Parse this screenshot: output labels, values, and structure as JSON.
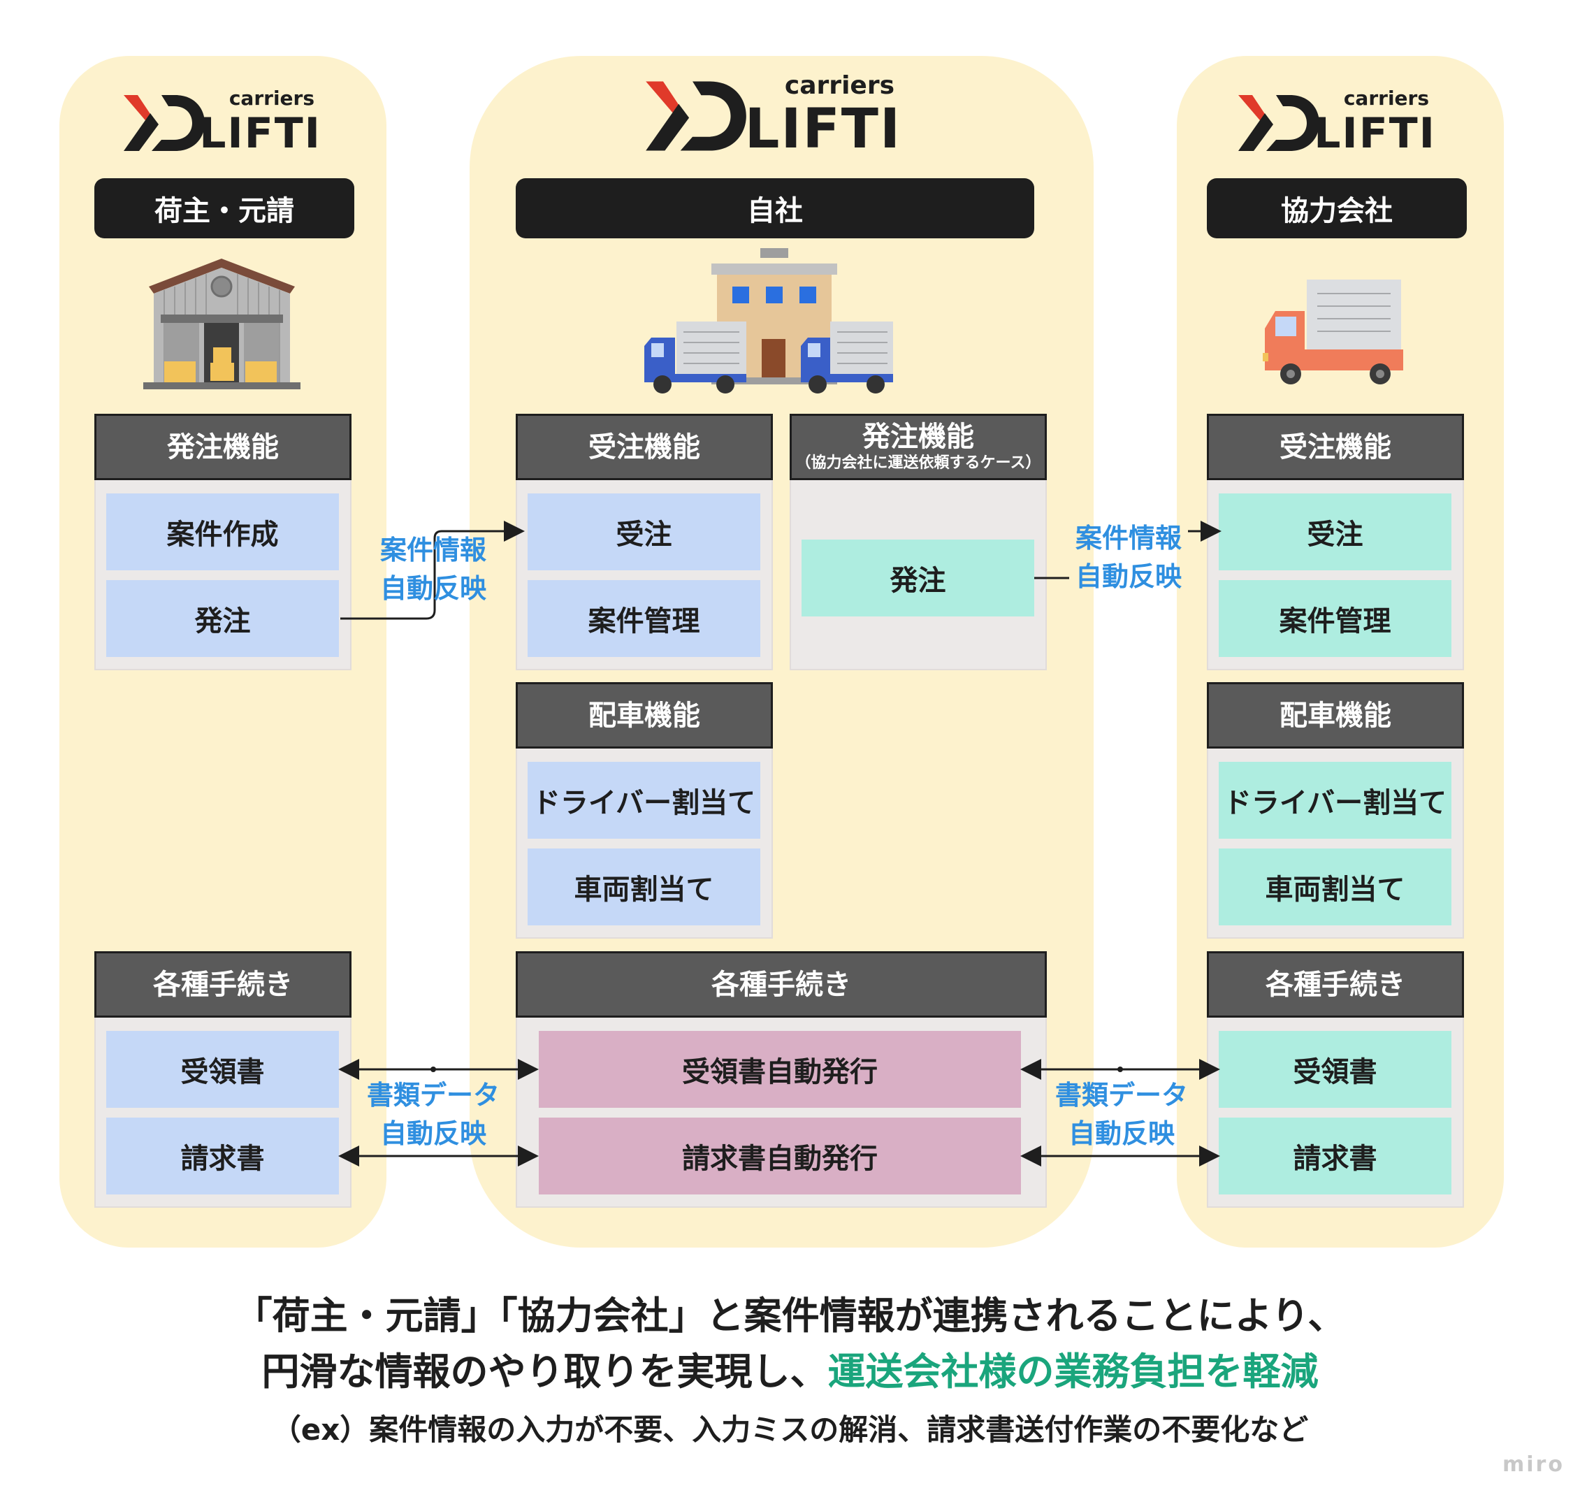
{
  "logo": {
    "brand": "LIFTI",
    "tagline": "carriers"
  },
  "columns": {
    "left": {
      "title": "荷主・元請"
    },
    "center": {
      "title": "自社"
    },
    "right": {
      "title": "協力会社"
    }
  },
  "left_sections": {
    "order": {
      "header": "発注機能",
      "items": [
        "案件作成",
        "発注"
      ]
    },
    "docs": {
      "header": "各種手続き",
      "items": [
        "受領書",
        "請求書"
      ]
    }
  },
  "center_sections": {
    "receive": {
      "header": "受注機能",
      "items": [
        "受注",
        "案件管理"
      ]
    },
    "order": {
      "header": "発注機能",
      "subheader": "（協力会社に運送依頼するケース）",
      "items": [
        "発注"
      ]
    },
    "dispatch": {
      "header": "配車機能",
      "items": [
        "ドライバー割当て",
        "車両割当て"
      ]
    },
    "docs": {
      "header": "各種手続き",
      "items": [
        "受領書自動発行",
        "請求書自動発行"
      ]
    }
  },
  "right_sections": {
    "receive": {
      "header": "受注機能",
      "items": [
        "受注",
        "案件管理"
      ]
    },
    "dispatch": {
      "header": "配車機能",
      "items": [
        "ドライバー割当て",
        "車両割当て"
      ]
    },
    "docs": {
      "header": "各種手続き",
      "items": [
        "受領書",
        "請求書"
      ]
    }
  },
  "connectors": {
    "left_case": {
      "line1": "案件情報",
      "line2": "自動反映"
    },
    "right_case": {
      "line1": "案件情報",
      "line2": "自動反映"
    },
    "left_docs": {
      "line1": "書類データ",
      "line2": "自動反映"
    },
    "right_docs": {
      "line1": "書類データ",
      "line2": "自動反映"
    }
  },
  "caption": {
    "line1": "「荷主・元請」「協力会社」と案件情報が連携されることにより、",
    "line2_plain": "円滑な情報のやり取りを実現し、",
    "line2_highlight": "運送会社様の業務負担を軽減",
    "line3": "（ex）案件情報の入力が不要、入力ミスの解消、請求書送付作業の不要化など"
  },
  "watermark": "miro",
  "colors": {
    "column_bg": "#fdf2cd",
    "header_bg": "#5a5a5a",
    "pill_bg": "#1e1e1e",
    "blue_box": "#c5d8f7",
    "teal_box": "#aeede0",
    "pink_box": "#d9afc5",
    "connector_text": "#2f8fe0",
    "highlight_text": "#1aa57c",
    "logo_accent": "#e03a2a"
  },
  "icons": {
    "left": "warehouse-icon",
    "center": "office-with-trucks-icon",
    "right": "truck-icon"
  }
}
